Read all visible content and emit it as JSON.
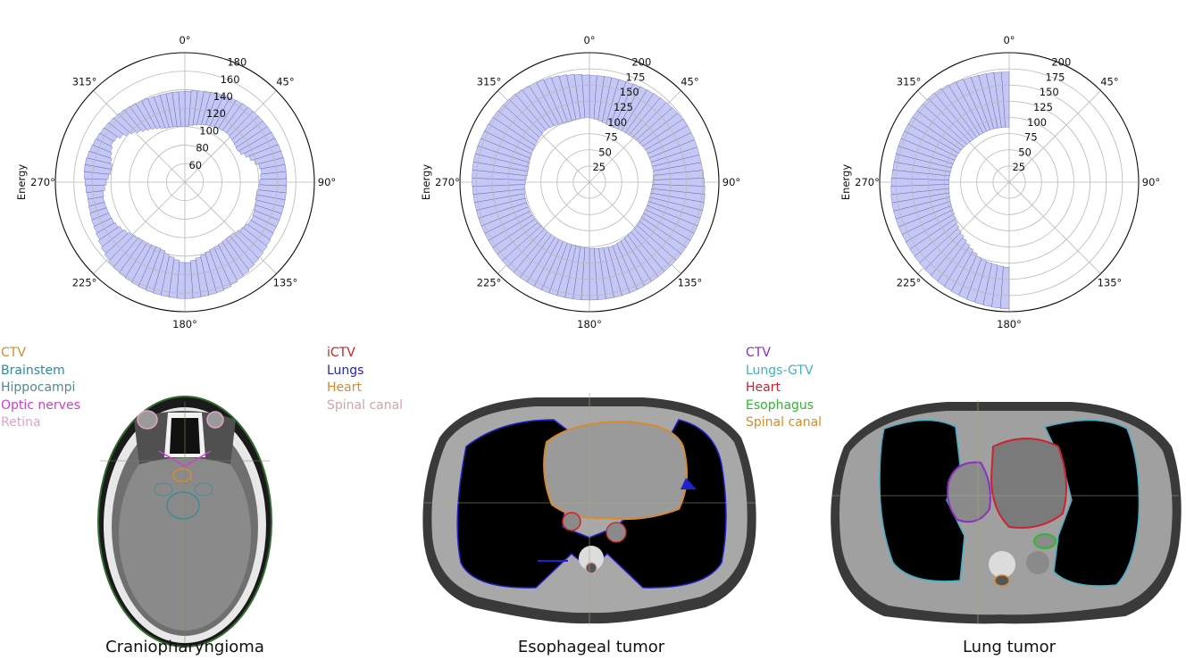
{
  "chart_data": [
    {
      "type": "polar-bar",
      "ylabel": "Energy",
      "rlim": [
        40,
        180
      ],
      "radial_ticks": [
        60,
        80,
        100,
        120,
        140,
        160,
        180
      ],
      "angle_ticks": [
        "0°",
        "45°",
        "90°",
        "135°",
        "180°",
        "225°",
        "270°",
        "315°"
      ],
      "bin_width_deg": 4,
      "profile_deg": [
        0,
        20,
        40,
        60,
        80,
        100,
        120,
        140,
        160,
        180,
        200,
        220,
        240,
        260,
        280,
        300,
        320,
        340,
        360
      ],
      "profile_inner": [
        100,
        106,
        110,
        106,
        124,
        118,
        123,
        115,
        118,
        128,
        116,
        118,
        128,
        130,
        120,
        130,
        112,
        102,
        100
      ],
      "profile_outer": [
        138,
        142,
        146,
        148,
        150,
        150,
        150,
        156,
        164,
        166,
        164,
        160,
        150,
        146,
        150,
        146,
        142,
        138,
        138
      ],
      "grid": true
    },
    {
      "type": "polar-bar",
      "ylabel": "Energy",
      "rlim": [
        0,
        200
      ],
      "radial_ticks": [
        25,
        50,
        75,
        100,
        125,
        150,
        175,
        200
      ],
      "angle_ticks": [
        "0°",
        "45°",
        "90°",
        "135°",
        "180°",
        "225°",
        "270°",
        "315°"
      ],
      "bin_width_deg": 4,
      "profile_deg": [
        0,
        20,
        40,
        60,
        80,
        100,
        120,
        140,
        160,
        180,
        200,
        220,
        240,
        260,
        280,
        300,
        320,
        340,
        360
      ],
      "profile_inner": [
        100,
        92,
        95,
        100,
        100,
        96,
        96,
        100,
        105,
        102,
        100,
        100,
        102,
        102,
        96,
        100,
        106,
        98,
        100
      ],
      "profile_outer": [
        165,
        165,
        170,
        175,
        175,
        180,
        180,
        180,
        182,
        182,
        182,
        182,
        180,
        180,
        182,
        180,
        178,
        172,
        165
      ],
      "grid": true
    },
    {
      "type": "polar-bar",
      "ylabel": "Energy",
      "rlim": [
        0,
        200
      ],
      "radial_ticks": [
        25,
        50,
        75,
        100,
        125,
        150,
        175,
        200
      ],
      "angle_ticks": [
        "0°",
        "45°",
        "90°",
        "135°",
        "180°",
        "225°",
        "270°",
        "315°"
      ],
      "bin_width_deg": 4,
      "profile_deg": [
        180,
        200,
        220,
        240,
        260,
        280,
        300,
        320,
        340,
        360
      ],
      "profile_inner": [
        132,
        126,
        110,
        98,
        94,
        92,
        90,
        86,
        86,
        85
      ],
      "profile_outer": [
        196,
        192,
        188,
        184,
        184,
        180,
        180,
        180,
        172,
        170
      ],
      "grid": true
    }
  ],
  "panels": [
    {
      "caption": "Craniopharyngioma",
      "legend": [
        {
          "label": "CTV",
          "color": "#d98a2e"
        },
        {
          "label": "Brainstem",
          "color": "#2f8a9a"
        },
        {
          "label": "Hippocampi",
          "color": "#4f8a92"
        },
        {
          "label": "Optic nerves",
          "color": "#d43ad6"
        },
        {
          "label": "Retina",
          "color": "#e3a3c4"
        }
      ],
      "contour_colors": {
        "ctv": "#d98a2e",
        "brainstem": "#2f8a9a",
        "hippocampi": "#4f8a92",
        "optic": "#d43ad6",
        "retina": "#e3a3c4"
      }
    },
    {
      "caption": "Esophageal tumor",
      "legend": [
        {
          "label": "iCTV",
          "color": "#cc2222"
        },
        {
          "label": "Lungs",
          "color": "#2222cc"
        },
        {
          "label": "Heart",
          "color": "#d98a2e"
        },
        {
          "label": "Spinal canal",
          "color": "#d8a3a3"
        }
      ],
      "contour_colors": {
        "ictv": "#cc2222",
        "lungs": "#2222cc",
        "heart": "#d98a2e",
        "spinal": "#d8a3a3"
      }
    },
    {
      "caption": "Lung tumor",
      "legend": [
        {
          "label": "CTV",
          "color": "#8a2fc4"
        },
        {
          "label": "Lungs-GTV",
          "color": "#3fb0c8"
        },
        {
          "label": "Heart",
          "color": "#cc2233"
        },
        {
          "label": "Esophagus",
          "color": "#2fb82f"
        },
        {
          "label": "Spinal canal",
          "color": "#d98a2e"
        }
      ],
      "contour_colors": {
        "ctv": "#8a2fc4",
        "lungs": "#3fb0c8",
        "heart": "#cc2233",
        "esophagus": "#2fb82f",
        "spinal": "#d98a2e"
      }
    }
  ],
  "style": {
    "bar_fill": "#c5c8f2",
    "bar_edge": "#4a4ab8",
    "grid": "#b8b8b8"
  }
}
